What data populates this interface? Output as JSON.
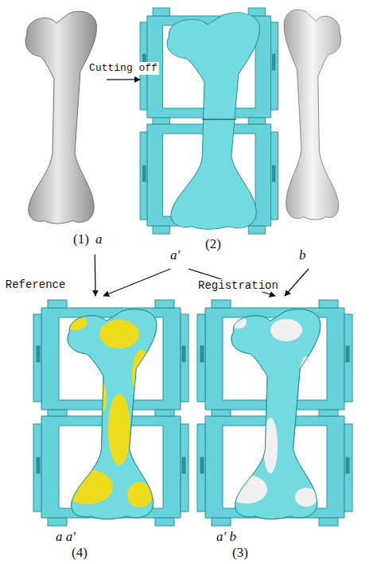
{
  "diagram": {
    "nodes": [
      {
        "text": [
          "(1)",
          "a"
        ]
      },
      {
        "text": [
          "a′",
          "(2)"
        ]
      },
      {
        "text": [
          "b"
        ]
      },
      {
        "text": [
          "a a′",
          "(4)"
        ]
      },
      {
        "text": [
          "a′ b",
          "(3)"
        ]
      }
    ],
    "edges": [
      {
        "from": 0,
        "to": 1,
        "arrow": "to",
        "label": "Cutting off"
      },
      {
        "from": 0,
        "to": 3,
        "arrow": "to",
        "label": "Reference"
      },
      {
        "from": 1,
        "to": 3,
        "arrow": "to"
      },
      {
        "from": 1,
        "to": 4,
        "arrow": "to",
        "label": "Registration"
      },
      {
        "from": 2,
        "to": 4,
        "arrow": "to"
      }
    ]
  }
}
